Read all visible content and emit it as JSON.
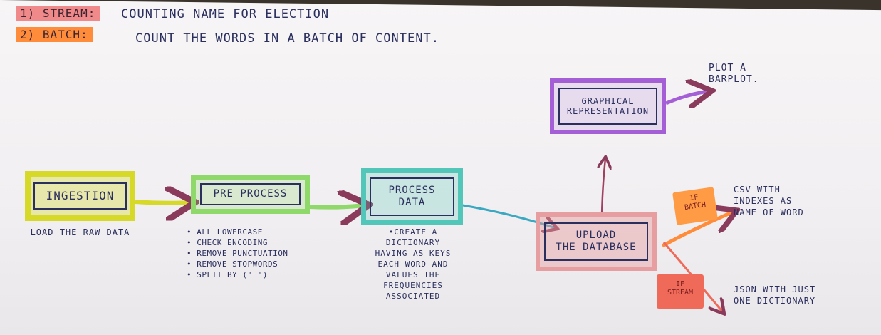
{
  "legend": [
    {
      "tag": "1) STREAM:",
      "text": "COUNTING NAME FOR ELECTION",
      "color": "#f08a8a"
    },
    {
      "tag": "2) BATCH:",
      "text": "COUNT THE WORDS IN A BATCH OF CONTENT.",
      "color": "#ff8c3a"
    }
  ],
  "nodes": {
    "ingestion": {
      "label": "INGESTION",
      "color": "#d6d928",
      "note": "LOAD THE RAW DATA"
    },
    "preprocess": {
      "label": "PRE PROCESS",
      "color": "#8fd86a",
      "bullets": [
        "• ALL LOWERCASE",
        "• CHECK ENCODING",
        "• REMOVE PUNCTUATION",
        "• REMOVE STOPWORDS",
        "• SPLIT BY (\" \")"
      ]
    },
    "process": {
      "label_line1": "PROCESS",
      "label_line2": "DATA",
      "color": "#52c6b8",
      "note_lines": [
        "•CREATE A",
        "DICTIONARY",
        "HAVING AS KEYS",
        "EACH WORD AND",
        "VALUES THE",
        "FREQUENCIES",
        "ASSOCIATED"
      ]
    },
    "upload": {
      "label_line1": "UPLOAD",
      "label_line2": "THE DATABASE",
      "color": "#e79ea0"
    },
    "graph": {
      "label_line1": "GRAPHICAL",
      "label_line2": "REPRESENTATION",
      "color": "#a45fd6",
      "note_line1": "PLOT A",
      "note_line2": "BARPLOT."
    }
  },
  "branches": {
    "batch": {
      "badge_line1": "IF",
      "badge_line2": "BATCH",
      "color": "#ff8c3a",
      "note_lines": [
        "CSV WITH",
        "INDEXES AS",
        "NAME OF WORD"
      ]
    },
    "stream": {
      "badge_line1": "IF",
      "badge_line2": "STREAM",
      "color": "#f06a5a",
      "note_lines": [
        "JSON WITH JUST",
        "ONE DICTIONARY"
      ]
    }
  }
}
